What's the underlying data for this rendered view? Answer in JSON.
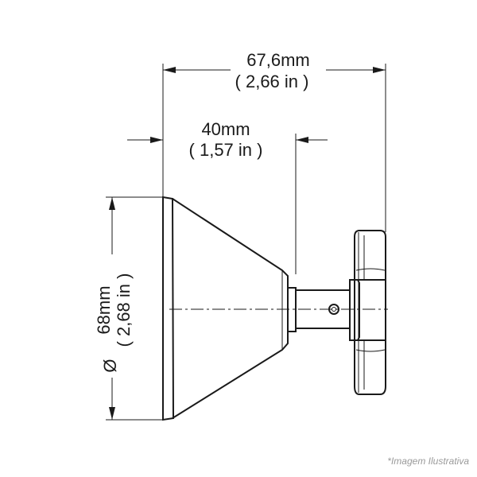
{
  "dimensions": {
    "overall_depth": {
      "metric": "67,6mm",
      "imperial": "( 2,66 in )"
    },
    "body_depth": {
      "metric": "40mm",
      "imperial": "( 1,57 in )"
    },
    "diameter": {
      "symbol": "Ø",
      "metric": "68mm",
      "imperial": "( 2,68 in )"
    }
  },
  "caption": "*Imagem Ilustrativa"
}
